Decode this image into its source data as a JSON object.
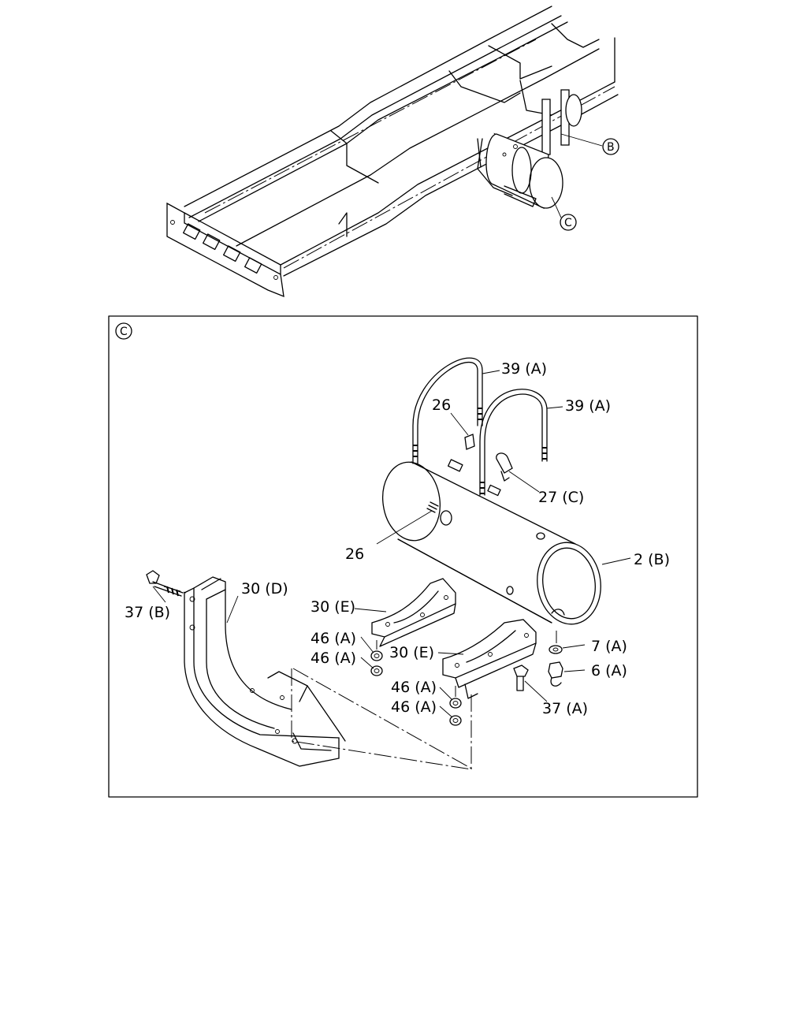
{
  "overview": {
    "callout_b": "B",
    "callout_c": "C"
  },
  "detail": {
    "view_label": "C",
    "labels": {
      "p39a_1": "39 (A)",
      "p39a_2": "39 (A)",
      "p26_top": "26",
      "p27c": "27 (C)",
      "p26_side": "26",
      "p2b": "2 (B)",
      "p30d": "30 (D)",
      "p37b": "37 (B)",
      "p30e_1": "30 (E)",
      "p30e_2": "30 (E)",
      "p46a_1": "46 (A)",
      "p46a_2": "46 (A)",
      "p46a_3": "46 (A)",
      "p46a_4": "46 (A)",
      "p7a": "7 (A)",
      "p6a": "6 (A)",
      "p37a": "37 (A)"
    }
  }
}
